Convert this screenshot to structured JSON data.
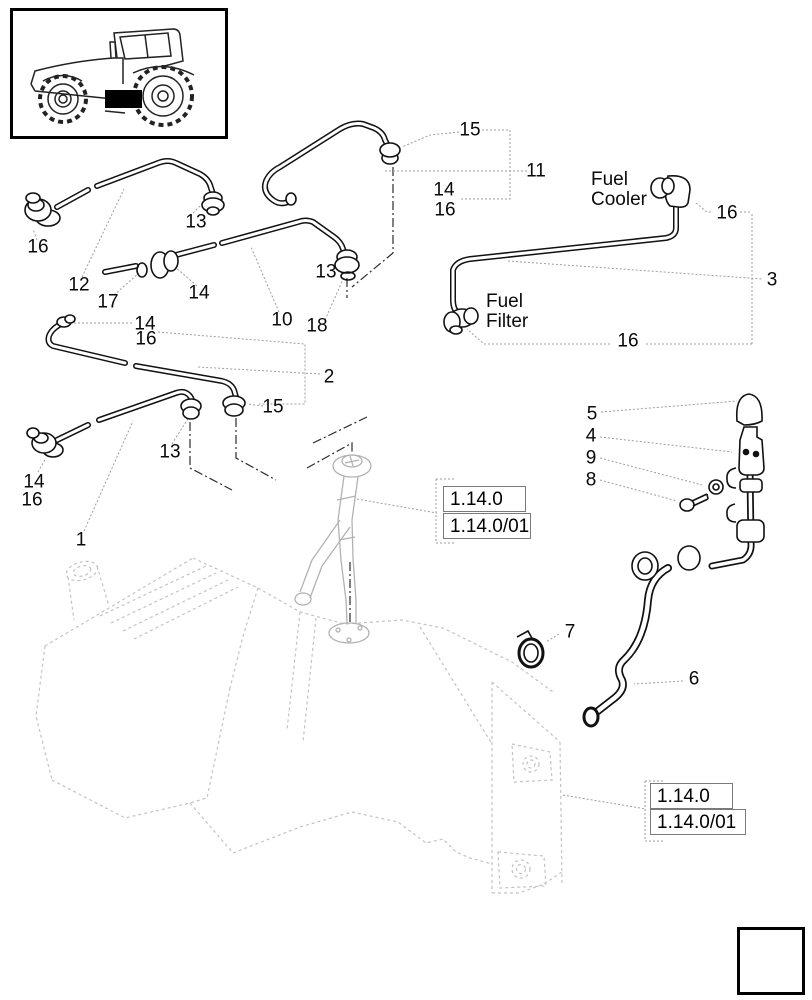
{
  "figure": {
    "type": "exploded-parts-diagram",
    "subject": "tractor fuel system lines and tank",
    "component_labels": {
      "fuel_cooler_line1": "Fuel",
      "fuel_cooler_line2": "Cooler",
      "fuel_filter_line1": "Fuel",
      "fuel_filter_line2": "Filter"
    },
    "ref_boxes": {
      "primary": "1.14.0",
      "secondary": "1.14.0/01"
    },
    "icons": {
      "corner_icon": "page-back-arrow-icon",
      "thumbnail": "tractor-side-view"
    }
  },
  "callouts": [
    {
      "text": "15"
    },
    {
      "text": "11"
    },
    {
      "text": "14"
    },
    {
      "text": "16"
    },
    {
      "text": "16"
    },
    {
      "text": "3"
    },
    {
      "text": "16"
    },
    {
      "text": "13"
    },
    {
      "text": "16"
    },
    {
      "text": "12"
    },
    {
      "text": "17"
    },
    {
      "text": "14"
    },
    {
      "text": "10"
    },
    {
      "text": "13"
    },
    {
      "text": "18"
    },
    {
      "text": "14"
    },
    {
      "text": "16"
    },
    {
      "text": "2"
    },
    {
      "text": "15"
    },
    {
      "text": "13"
    },
    {
      "text": "14"
    },
    {
      "text": "16"
    },
    {
      "text": "1"
    },
    {
      "text": "5"
    },
    {
      "text": "4"
    },
    {
      "text": "9"
    },
    {
      "text": "8"
    },
    {
      "text": "7"
    },
    {
      "text": "6"
    }
  ]
}
